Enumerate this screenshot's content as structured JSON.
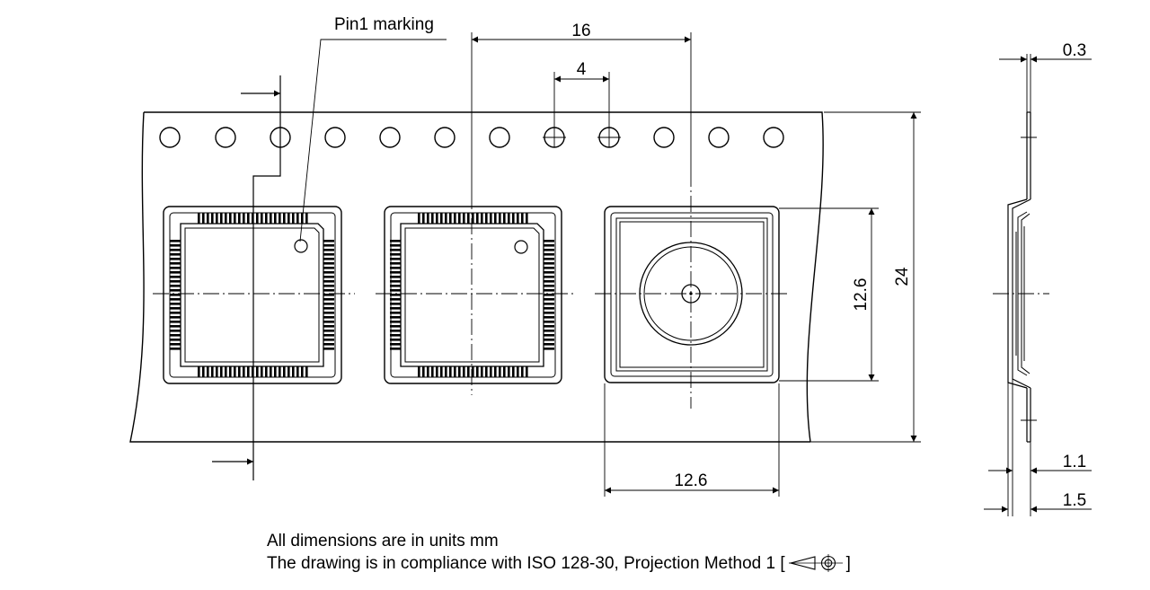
{
  "callout": {
    "pin1_label": "Pin1 marking"
  },
  "dimensions": {
    "pitch_pocket": "16",
    "pitch_hole": "4",
    "tape_width": "24",
    "pocket_height": "12.6",
    "pocket_width": "12.6",
    "tape_thickness": "0.3",
    "pocket_depth_inner": "1.1",
    "pocket_depth_outer": "1.5"
  },
  "notes": {
    "units": "All dimensions are in units mm",
    "compliance_before": "The drawing is in compliance with ISO 128-30, Projection Method 1 [",
    "compliance_after": "]"
  },
  "symbols": {
    "projection": "first-angle-projection-symbol"
  }
}
